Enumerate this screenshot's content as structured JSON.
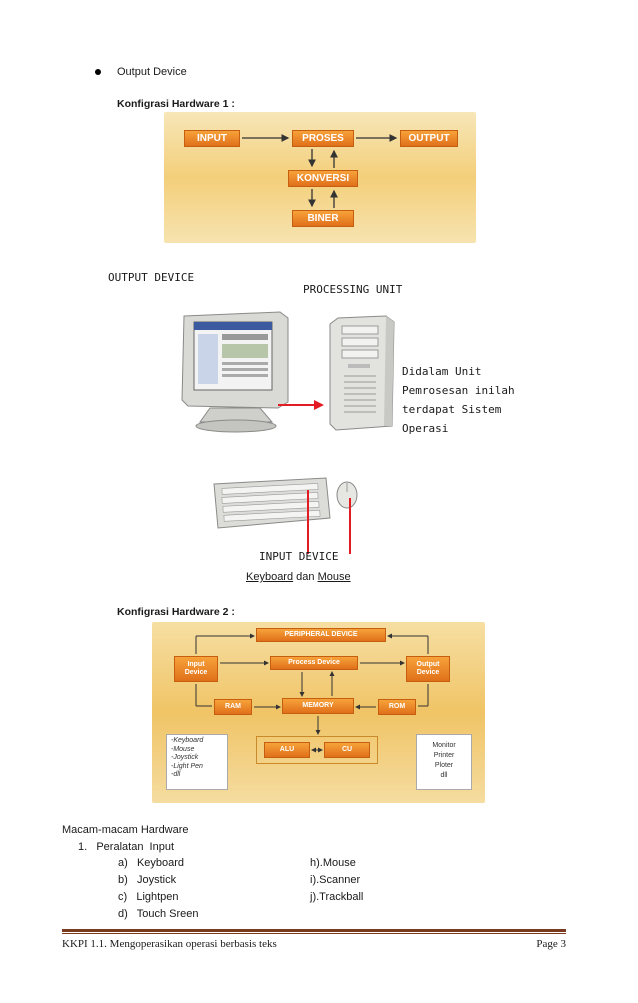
{
  "bullet_output": "Output Device",
  "config1": {
    "heading": "Konfigrasi Hardware 1 :",
    "input": "INPUT",
    "proses": "PROSES",
    "output": "OUTPUT",
    "konversi": "KONVERSI",
    "biner": "BINER"
  },
  "labels": {
    "output_device": "OUTPUT DEVICE",
    "processing_unit": "PROCESSING UNIT",
    "note_lines": [
      "Didalam Unit",
      "Pemrosesan inilah",
      "terdapat Sistem",
      "Operasi"
    ],
    "input_device": "INPUT DEVICE",
    "keyboard": "Keyboard",
    "dan": " dan ",
    "mouse": "Mouse"
  },
  "config2": {
    "heading": "Konfigrasi Hardware 2 :",
    "peripheral": "PERIPHERAL DEVICE",
    "input_device": "Input\nDevice",
    "process_device": "Process Device",
    "output_device": "Output\nDevice",
    "ram": "RAM",
    "memory": "MEMORY",
    "rom": "ROM",
    "alu": "ALU",
    "cu": "CU",
    "input_list": "-Keyboard\n-Mouse\n-Joystick\n-Light Pen\n-dll",
    "output_list": "Monitor\nPrinter\nPloter\ndll"
  },
  "hardware": {
    "title": "Macam-macam Hardware",
    "section1": "1.   Peralatan  Input",
    "left_items": [
      "a)   Keyboard",
      "b)   Joystick",
      "c)   Lightpen",
      "d)   Touch Sreen"
    ],
    "right_items": [
      "h).Mouse",
      "i).Scanner",
      "j).Trackball"
    ]
  },
  "footer": {
    "left": "KKPI 1.1. Mengoperasikan operasi berbasis teks",
    "right": "Page 3"
  }
}
